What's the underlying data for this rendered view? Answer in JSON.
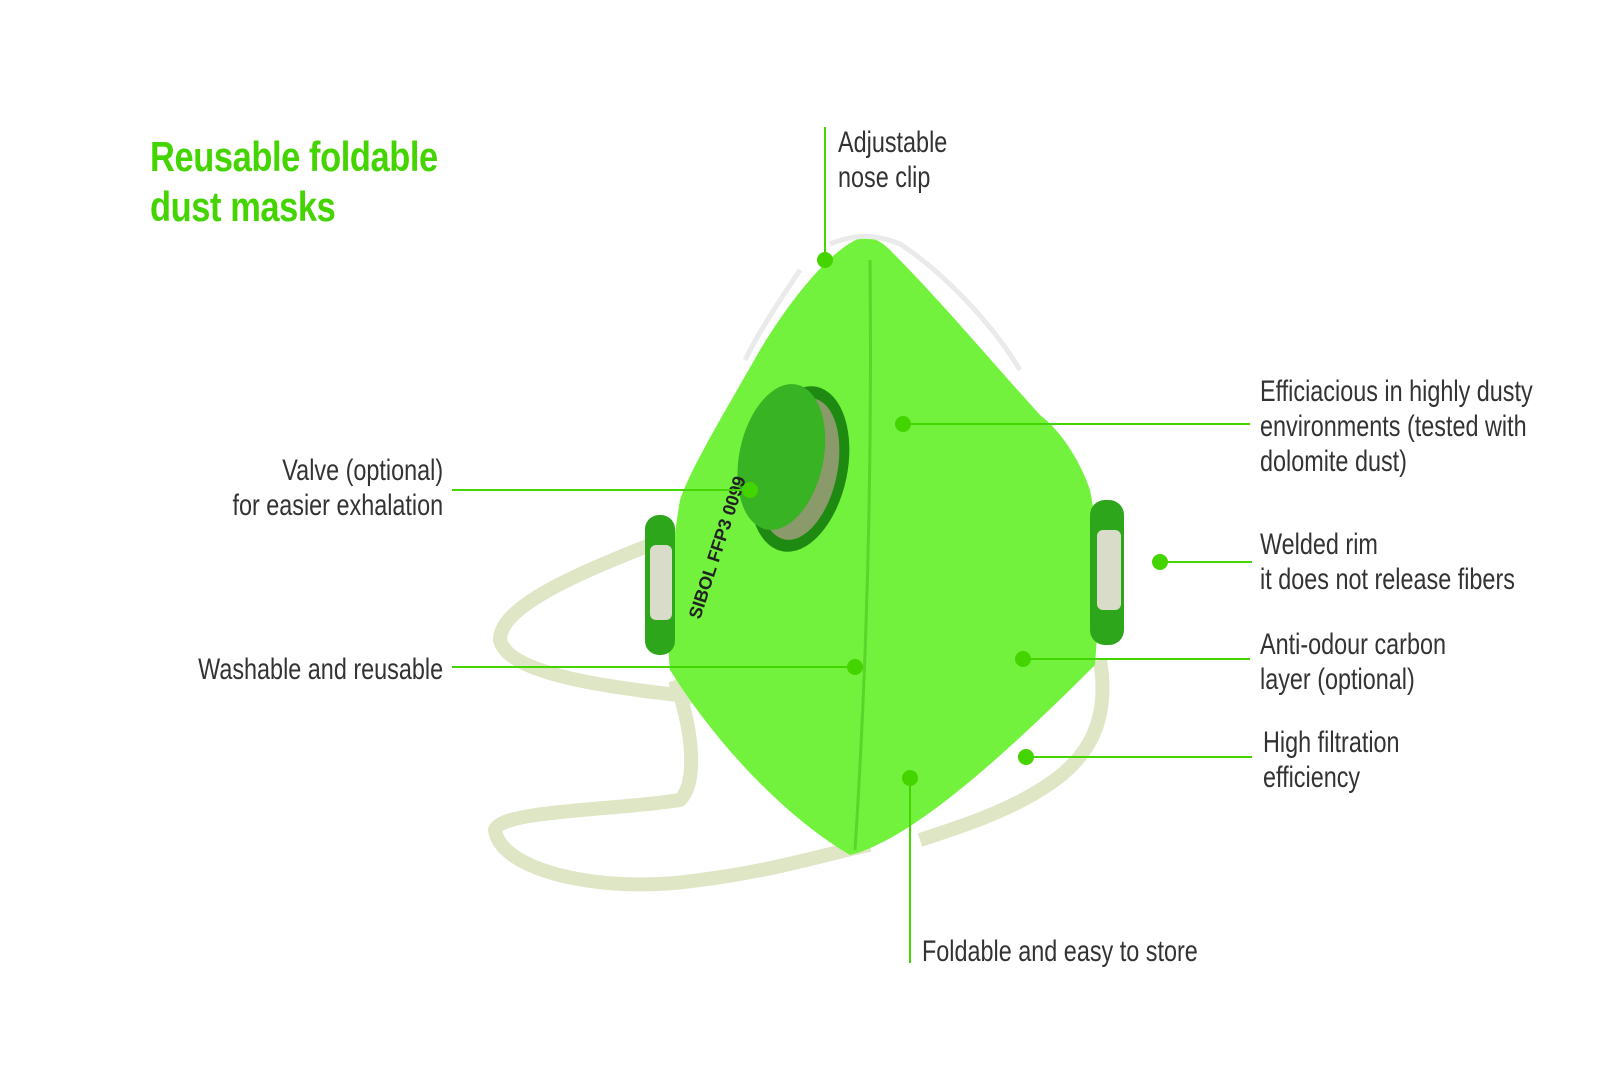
{
  "title": {
    "line1": "Reusable foldable",
    "line2": "dust masks"
  },
  "mask_print": "SIBOL FFP3 0099",
  "colors": {
    "accent": "#44d400",
    "mask": "#72f23c",
    "valve": "#2fa51c",
    "strap": "#e7ecd2",
    "text": "#333333"
  },
  "callouts": {
    "nose_clip": {
      "line1": "Adjustable",
      "line2": "nose clip"
    },
    "efficacious": {
      "line1": "Efficiacious in highly dusty",
      "line2": "environments (tested with",
      "line3": "dolomite dust)"
    },
    "valve": {
      "line1": "Valve (optional)",
      "line2": "for easier exhalation"
    },
    "welded_rim": {
      "line1": "Welded rim",
      "line2": "it does not release fibers"
    },
    "washable": {
      "line1": "Washable and reusable"
    },
    "anti_odour": {
      "line1": "Anti-odour carbon",
      "line2": "layer (optional)"
    },
    "filtration": {
      "line1": "High filtration",
      "line2": "efficiency"
    },
    "foldable": {
      "line1": "Foldable and easy to store"
    }
  }
}
